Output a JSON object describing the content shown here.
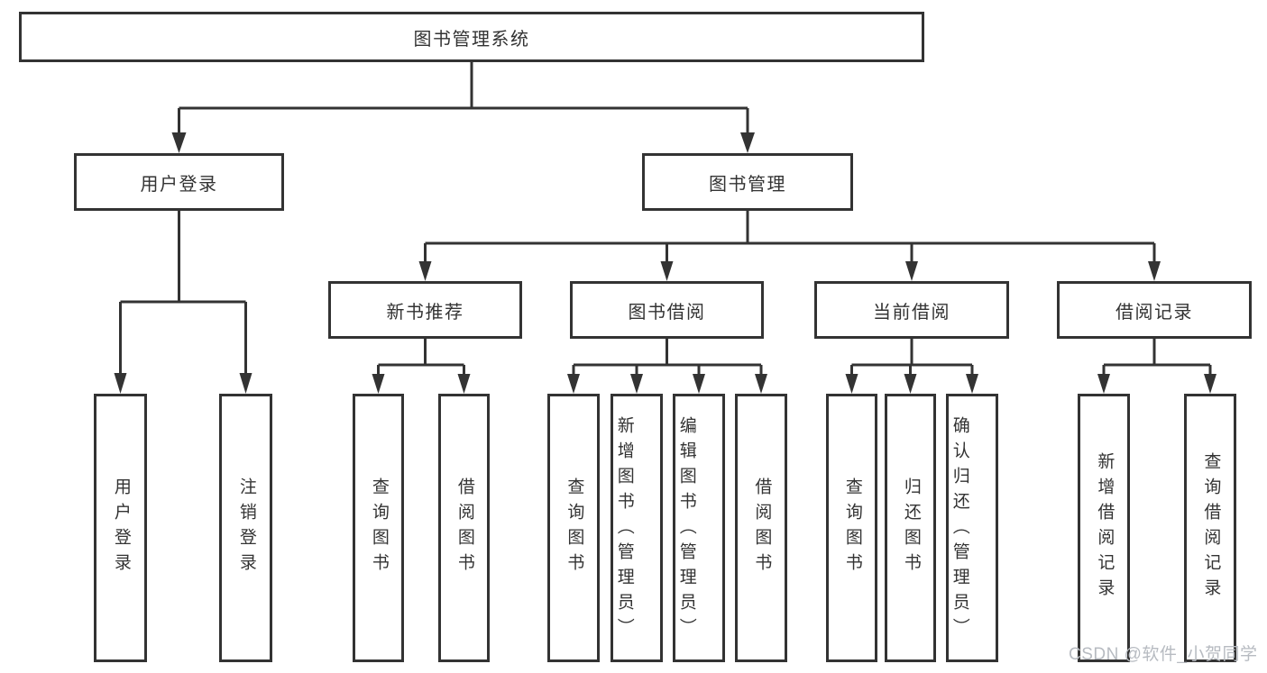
{
  "tree": {
    "label": "图书管理系统",
    "children": [
      {
        "label": "用户登录",
        "children": [
          {
            "label": "用户登录"
          },
          {
            "label": "注销登录"
          }
        ]
      },
      {
        "label": "图书管理",
        "children": [
          {
            "label": "新书推荐",
            "children": [
              {
                "label": "查询图书"
              },
              {
                "label": "借阅图书"
              }
            ]
          },
          {
            "label": "图书借阅",
            "children": [
              {
                "label": "查询图书"
              },
              {
                "label": "新增图书（管理员）"
              },
              {
                "label": "编辑图书（管理员）"
              },
              {
                "label": "借阅图书"
              }
            ]
          },
          {
            "label": "当前借阅",
            "children": [
              {
                "label": "查询图书"
              },
              {
                "label": "归还图书"
              },
              {
                "label": "确认归还（管理员）"
              }
            ]
          },
          {
            "label": "借阅记录",
            "children": [
              {
                "label": "新增借阅记录"
              },
              {
                "label": "查询借阅记录"
              }
            ]
          }
        ]
      }
    ]
  },
  "watermark": "CSDN @软件_小贺同学",
  "colors": {
    "line": "#333333",
    "box_border": "#333333",
    "text": "#333333",
    "watermark": "#b7bbc1",
    "background": "#ffffff"
  }
}
